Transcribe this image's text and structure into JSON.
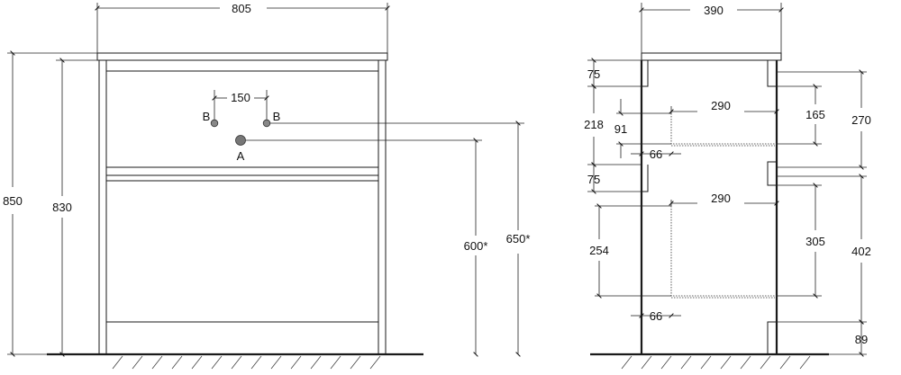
{
  "front": {
    "width": "805",
    "height_total": "850",
    "height_body": "830",
    "tap_spacing": "150",
    "label_b_left": "B",
    "label_b_right": "B",
    "label_a": "A",
    "height_a": "600*",
    "height_b": "650*"
  },
  "side": {
    "depth": "390",
    "top_gap_upper": "75",
    "drawer_upper_height": "218",
    "inner_upper_depth": "290",
    "inner_upper_height": "91",
    "inner_upper_offset": "66",
    "rail_upper": "165",
    "section_upper": "270",
    "top_gap_lower": "75",
    "inner_lower_depth": "290",
    "drawer_lower_height": "254",
    "rail_lower": "305",
    "section_lower": "402",
    "inner_lower_offset": "66",
    "leg_height": "89"
  }
}
